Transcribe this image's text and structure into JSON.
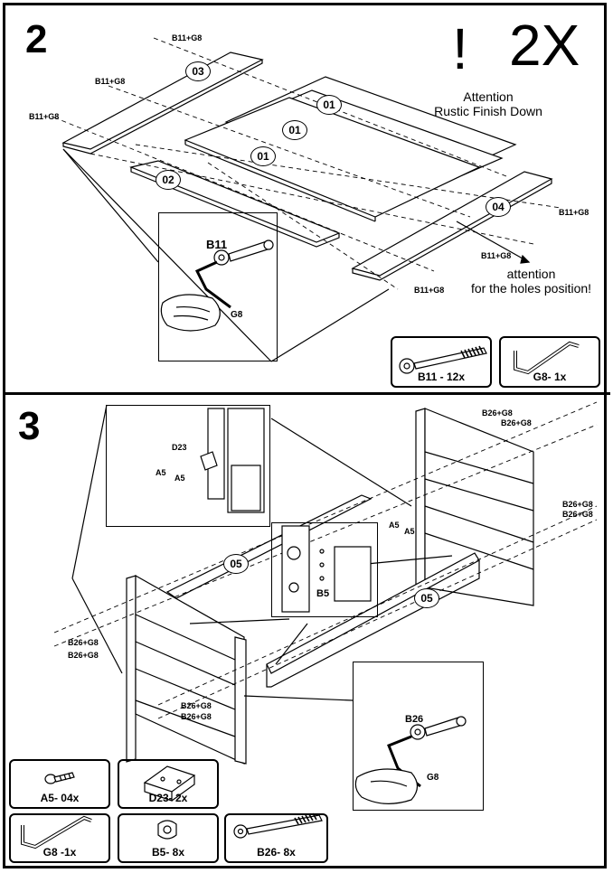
{
  "step2": {
    "number": "2",
    "exclamation": "!",
    "multiplier": "2X",
    "attention_line1": "Attention",
    "attention_line2": "Rustic Finish Down",
    "holes_line1": "attention",
    "holes_line2": "for the holes position!",
    "callouts": [
      "03",
      "01",
      "01",
      "01",
      "02",
      "04"
    ],
    "fastener_labels": [
      "B11+G8",
      "B11+G8",
      "B11+G8",
      "B11+G8",
      "B11+G8",
      "B11+G8"
    ],
    "inset": {
      "bolt": "B11",
      "key": "G8"
    },
    "hardware": [
      {
        "icon": "bolt-icon",
        "label": "B11 - 12x"
      },
      {
        "icon": "allen-key-icon",
        "label": "G8- 1x"
      }
    ]
  },
  "step3": {
    "number": "3",
    "callouts": [
      "05",
      "05"
    ],
    "fastener_labels": [
      "B26+G8",
      "B26+G8",
      "B26+G8",
      "B26+G8",
      "B26+G8",
      "B26+G8",
      "B26+G8",
      "B26+G8"
    ],
    "bracket_labels": {
      "d23": "D23",
      "a5_1": "A5",
      "a5_2": "A5",
      "a5_3": "A5",
      "a5_4": "A5",
      "b5": "B5"
    },
    "inset": {
      "bolt": "B26",
      "key": "G8"
    },
    "hardware": [
      {
        "icon": "screw-icon",
        "label": "A5- 04x"
      },
      {
        "icon": "bracket-icon",
        "label": "D23- 2x"
      },
      {
        "icon": "allen-key-icon",
        "label": "G8 -1x"
      },
      {
        "icon": "cam-nut-icon",
        "label": "B5- 8x"
      },
      {
        "icon": "bolt-icon",
        "label": "B26- 8x"
      }
    ]
  }
}
